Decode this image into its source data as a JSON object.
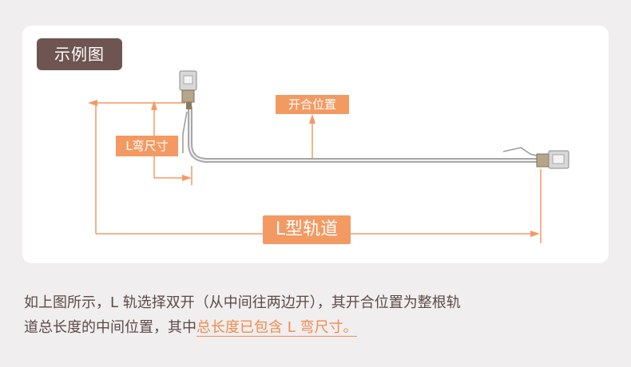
{
  "badge": {
    "label": "示例图"
  },
  "labels": {
    "open_position": "开合位置",
    "bend_size": "L弯尺寸",
    "total": "L型轨道"
  },
  "description": {
    "line1": "如上图所示，L 轨选择双开（从中间往两边开），其开合位置为整根轨",
    "line2_prefix": "道总长度的中间位置，其中",
    "line2_highlight": "总长度已包含 L 弯尺寸。"
  },
  "colors": {
    "accent": "#f39a63",
    "badge_bg": "#6e5551",
    "text": "#5c4a47",
    "highlight": "#f08c4f"
  }
}
